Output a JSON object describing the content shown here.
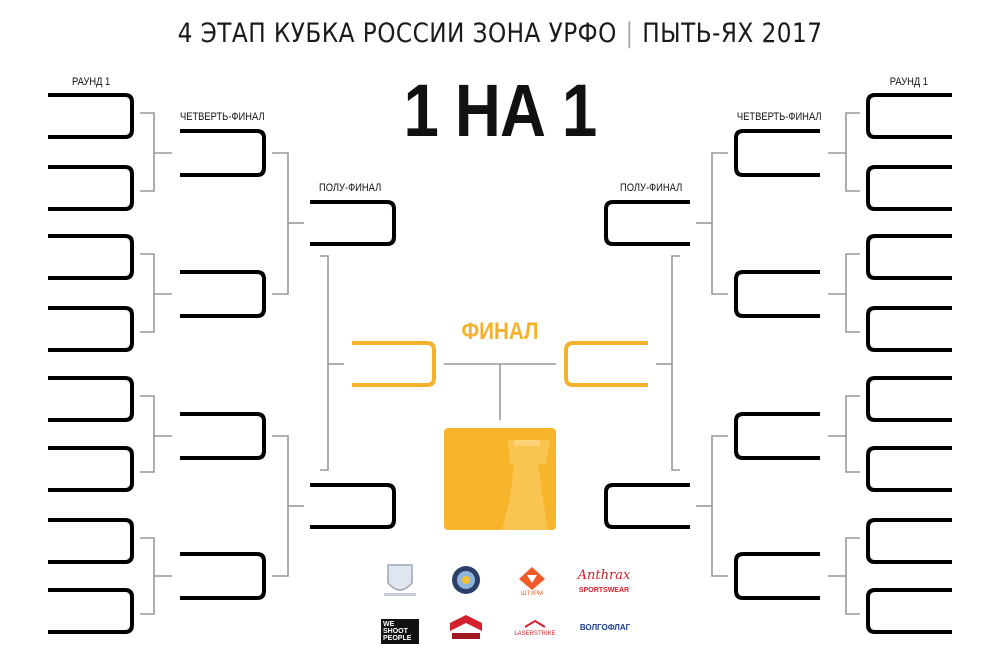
{
  "header": {
    "event": "4 ЭТАП КУБКА РОССИИ ЗОНА УРФО",
    "separator": "|",
    "location": "ПЫТЬ-ЯХ 2017",
    "mode": "1 НА 1"
  },
  "rounds": {
    "left": {
      "round1": "РАУНД 1",
      "quarter": "ЧЕТВЕРТЬ-ФИНАЛ",
      "semi": "ПОЛУ-ФИНАЛ"
    },
    "right": {
      "round1": "РАУНД 1",
      "quarter": "ЧЕТВЕРТЬ-ФИНАЛ",
      "semi": "ПОЛУ-ФИНАЛ"
    },
    "final": "ФИНАЛ"
  },
  "colors": {
    "slot": "#000000",
    "connector": "#9a9a9a",
    "final": "#f5b12b",
    "trophy_block": "#f7b52b"
  },
  "trophy": {
    "icon": "trophy-icon"
  },
  "sponsors": [
    {
      "icon": "shield-logo"
    },
    {
      "icon": "round-emblem-logo"
    },
    {
      "icon": "orange-diamond-logo",
      "text": "ШТУРМ"
    },
    {
      "icon": "anthrax-logo",
      "text": "Anthrax",
      "sub": "SPORTSWEAR"
    },
    {
      "icon": "we-shoot-people-logo",
      "text": "WE SHOOT PEOPLE"
    },
    {
      "icon": "red-chevron-logo"
    },
    {
      "icon": "laserstrike-logo",
      "text": "LASERSTRIKE"
    },
    {
      "icon": "volgoflag-logo",
      "text": "ВОЛГОФЛАГ"
    }
  ]
}
